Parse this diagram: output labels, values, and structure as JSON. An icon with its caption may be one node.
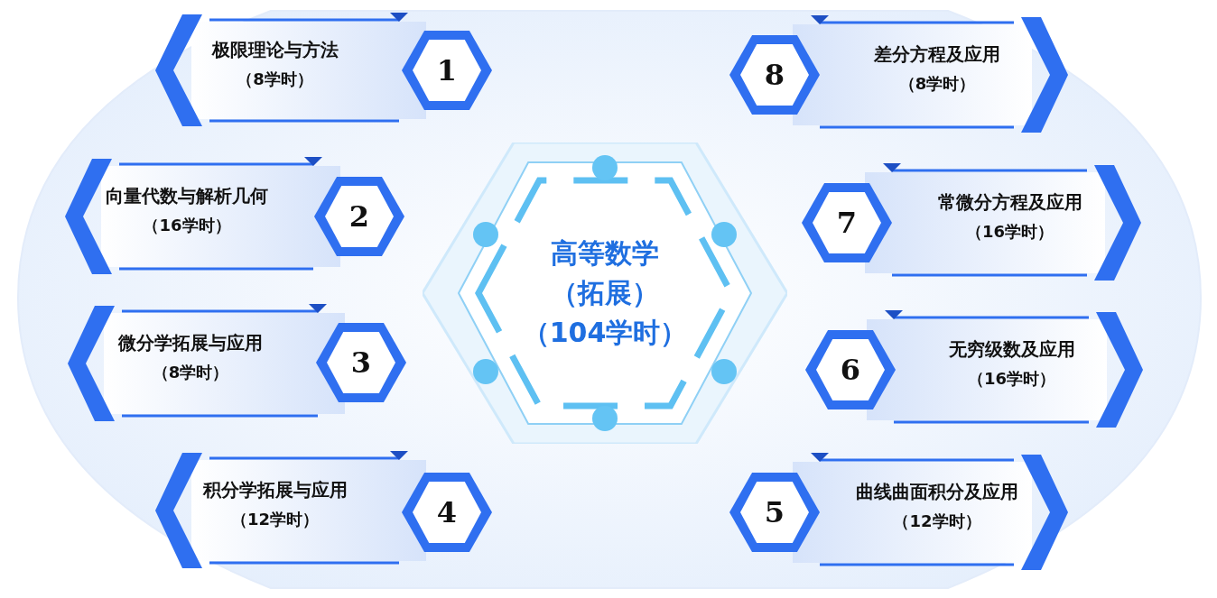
{
  "diagram": {
    "nodes": [
      {
        "text": [
          "高等数学（拓展）（104学时）"
        ]
      },
      {
        "text": [
          "极限理论与方法",
          "（8学时）"
        ]
      },
      {
        "text": [
          "1"
        ]
      },
      {
        "text": [
          "向量代数与解析几何",
          "（16学时）"
        ]
      },
      {
        "text": [
          "2"
        ]
      },
      {
        "text": [
          "微分学拓展与应用",
          "（8学时）"
        ]
      },
      {
        "text": [
          "3"
        ]
      },
      {
        "text": [
          "积分学拓展与应用",
          "（12学时）"
        ]
      },
      {
        "text": [
          "4"
        ]
      },
      {
        "text": [
          "差分方程及应用",
          "（8学时）"
        ]
      },
      {
        "text": [
          "8"
        ]
      },
      {
        "text": [
          "常微分方程及应用",
          "（16学时）"
        ]
      },
      {
        "text": [
          "7"
        ]
      },
      {
        "text": [
          "无穷级数及应用",
          "（16学时）"
        ]
      },
      {
        "text": [
          "6"
        ]
      },
      {
        "text": [
          "曲线曲面积分及应用",
          "（12学时）"
        ]
      },
      {
        "text": [
          "5"
        ]
      }
    ],
    "edges": []
  }
}
